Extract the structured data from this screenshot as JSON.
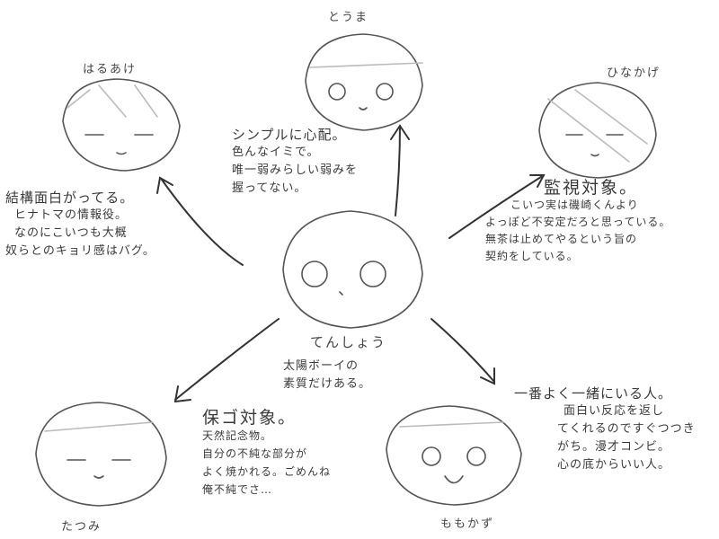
{
  "characters": {
    "center": {
      "name": "てんしょう",
      "note": [
        "太陽ボーイの",
        "素質だけある。"
      ]
    },
    "haruake": {
      "name": "はるあけ",
      "note": [
        "結構面白がってる。",
        "ヒナトマの情報役。",
        "なのにこいつも大概",
        "奴らとのキョリ感はバグ。"
      ]
    },
    "touma": {
      "name": "とうま",
      "note": [
        "シンプルに心配。",
        "色んなイミで。",
        "唯一弱みらしい弱みを",
        "握ってない。"
      ]
    },
    "hinakage": {
      "name": "ひなかげ",
      "heading": "監視対象。",
      "note": [
        "こいつ実は磯崎くんより",
        "よっぽど不安定だろと思っている。",
        "無茶は止めてやるという旨の",
        "契約をしている。"
      ]
    },
    "tatsumi": {
      "name": "たつみ",
      "heading": "保ゴ対象。",
      "note": [
        "天然記念物。",
        "自分の不純な部分が",
        "よく焼かれる。ごめんね",
        "俺不純でさ…"
      ]
    },
    "momokazu": {
      "name": "ももかず",
      "heading": "一番よく一緒にいる人。",
      "note": [
        "面白い反応を返し",
        "てくれるのですぐつつき",
        "がち。漫才コンビ。",
        "心の底からいい人。"
      ]
    }
  },
  "colors": {
    "ink": "#3a3a3a",
    "sketch": "#555555",
    "shade": "#bbbbbb"
  }
}
